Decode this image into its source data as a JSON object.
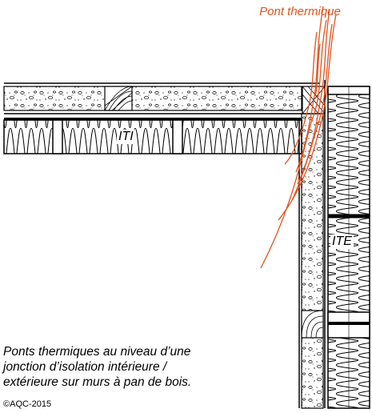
{
  "title": "Pont thermique",
  "labels": {
    "iti": "ITI",
    "ite": "ITE"
  },
  "caption": {
    "lines": [
      "Ponts thermiques au niveau d’une",
      "jonction d’isolation intérieure /",
      "extérieure sur murs à pan de bois."
    ]
  },
  "copyright": "©AQC-2015",
  "colors": {
    "accent": "#e0531f",
    "line": "#000000",
    "background": "#ffffff"
  }
}
